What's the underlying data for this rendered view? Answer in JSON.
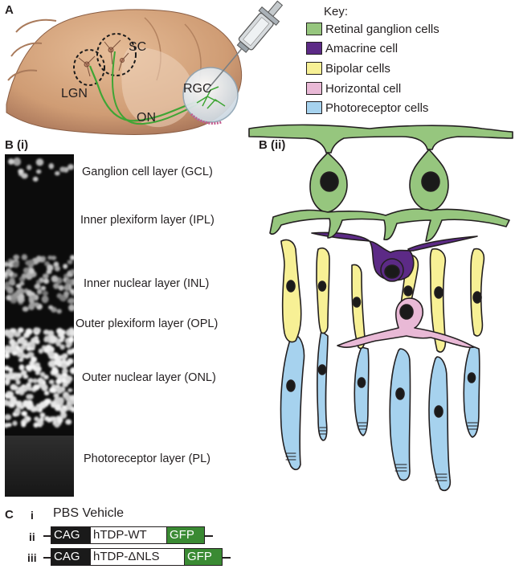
{
  "panels": {
    "a": "A",
    "b_i": "B (i)",
    "b_ii": "B (ii)",
    "c": "C"
  },
  "brain": {
    "labels": [
      "SC",
      "LGN",
      "RGC",
      "ON"
    ]
  },
  "key": {
    "title": "Key:",
    "items": [
      {
        "label": "Retinal ganglion cells",
        "color": "#96c67e"
      },
      {
        "label": "Amacrine cell",
        "color": "#5c2a86"
      },
      {
        "label": "Bipolar cells",
        "color": "#f7f095"
      },
      {
        "label": "Horizontal cell",
        "color": "#e9b9d6"
      },
      {
        "label": "Photoreceptor cells",
        "color": "#a6d2ee"
      }
    ]
  },
  "layers": [
    "Ganglion cell layer (GCL)",
    "Inner plexiform layer (IPL)",
    "Inner nuclear layer (INL)",
    "Outer plexiform layer (OPL)",
    "Outer nuclear layer (ONL)",
    "Photoreceptor layer (PL)"
  ],
  "constructs": {
    "rows": [
      {
        "num": "i",
        "text": "PBS Vehicle"
      },
      {
        "num": "ii",
        "parts": [
          "CAG",
          "hTDP-WT",
          "GFP"
        ]
      },
      {
        "num": "iii",
        "parts": [
          "CAG",
          "hTDP-ΔNLS",
          "GFP"
        ]
      }
    ]
  },
  "colors": {
    "rgc": "#96c67e",
    "amacrine": "#5c2a86",
    "bipolar": "#f7f095",
    "horizontal": "#e9b9d6",
    "photoreceptor": "#a6d2ee",
    "gfp": "#3a8a33",
    "brain": "#d4a27d"
  }
}
